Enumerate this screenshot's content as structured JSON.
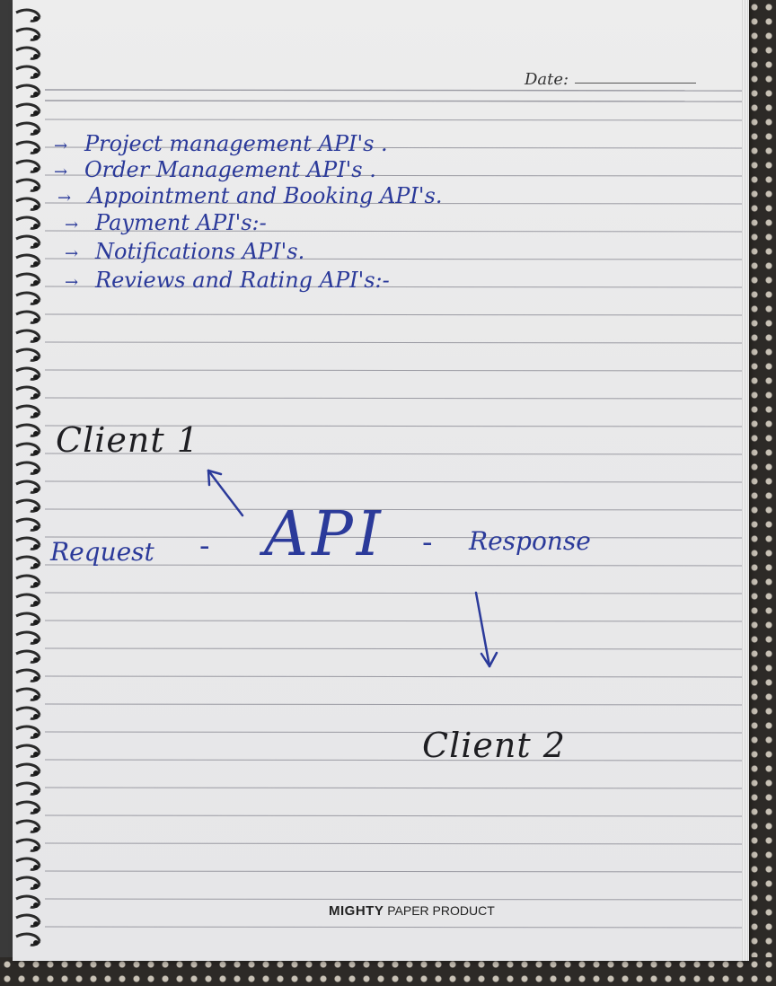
{
  "header": {
    "date_label": "Date:"
  },
  "api_list": [
    {
      "arrow": "→",
      "text": "Project management API's ."
    },
    {
      "arrow": "→",
      "text": "Order Management API's ."
    },
    {
      "arrow": "→",
      "text": "Appointment and Booking API's."
    },
    {
      "arrow": "→",
      "text": "Payment API's:-"
    },
    {
      "arrow": "→",
      "text": "Notifications API's."
    },
    {
      "arrow": "→",
      "text": "Reviews and Rating API's:-"
    }
  ],
  "diagram": {
    "client1": "Client 1",
    "request": "Request",
    "dash_left": "-",
    "api": "API",
    "dash_right": "-",
    "response": "Response",
    "client2": "Client 2"
  },
  "footer": {
    "brand_bold": "MIGHTY",
    "brand_rest": " PAPER PRODUCT"
  },
  "colors": {
    "ink_blue": "#2b3a9a",
    "ink_black": "#1e1e22",
    "paper": "#e9e9ea",
    "rule": "#9a9aa2"
  }
}
